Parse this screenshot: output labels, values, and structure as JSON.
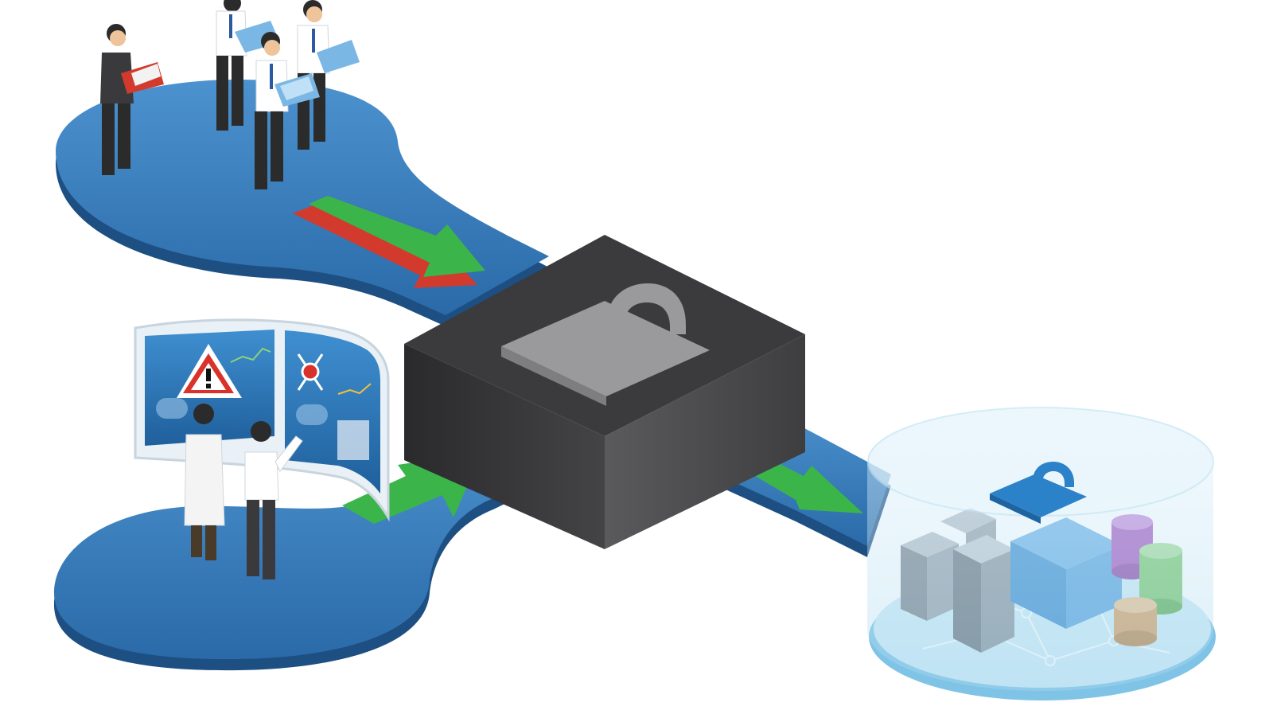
{
  "title": "",
  "colors": {
    "platform_top": "#2f77b8",
    "platform_edge": "#1d4f82",
    "platform_light": "#4c92cf",
    "box_top": "#3b3b3d",
    "box_left": "#2a2a2c",
    "box_right": "#575759",
    "lock": "#9a9a9c",
    "arrow_green": "#3bb54a",
    "arrow_red": "#d23a2e",
    "dome": "#bfe3f2",
    "dome_lock": "#2c82c9",
    "db_purple": "#a65bbf",
    "db_green": "#7bc86e",
    "db_orange": "#d8a064",
    "server": "#8a9099",
    "screen_bg": "#2f7fc0",
    "warning_red": "#d8322a"
  },
  "nodes": [
    {
      "id": "users",
      "icon": "user-group-icon"
    },
    {
      "id": "analysts",
      "icon": "monitoring-screen-icon"
    },
    {
      "id": "gateway",
      "icon": "lock-icon"
    },
    {
      "id": "data-store",
      "icon": "database-dome-icon"
    }
  ],
  "flows": [
    {
      "from": "users",
      "to": "gateway",
      "arrows": [
        "green",
        "red"
      ]
    },
    {
      "from": "analysts",
      "to": "gateway",
      "arrows": [
        "green"
      ]
    },
    {
      "from": "gateway",
      "to": "data-store",
      "arrows": [
        "green"
      ]
    }
  ]
}
